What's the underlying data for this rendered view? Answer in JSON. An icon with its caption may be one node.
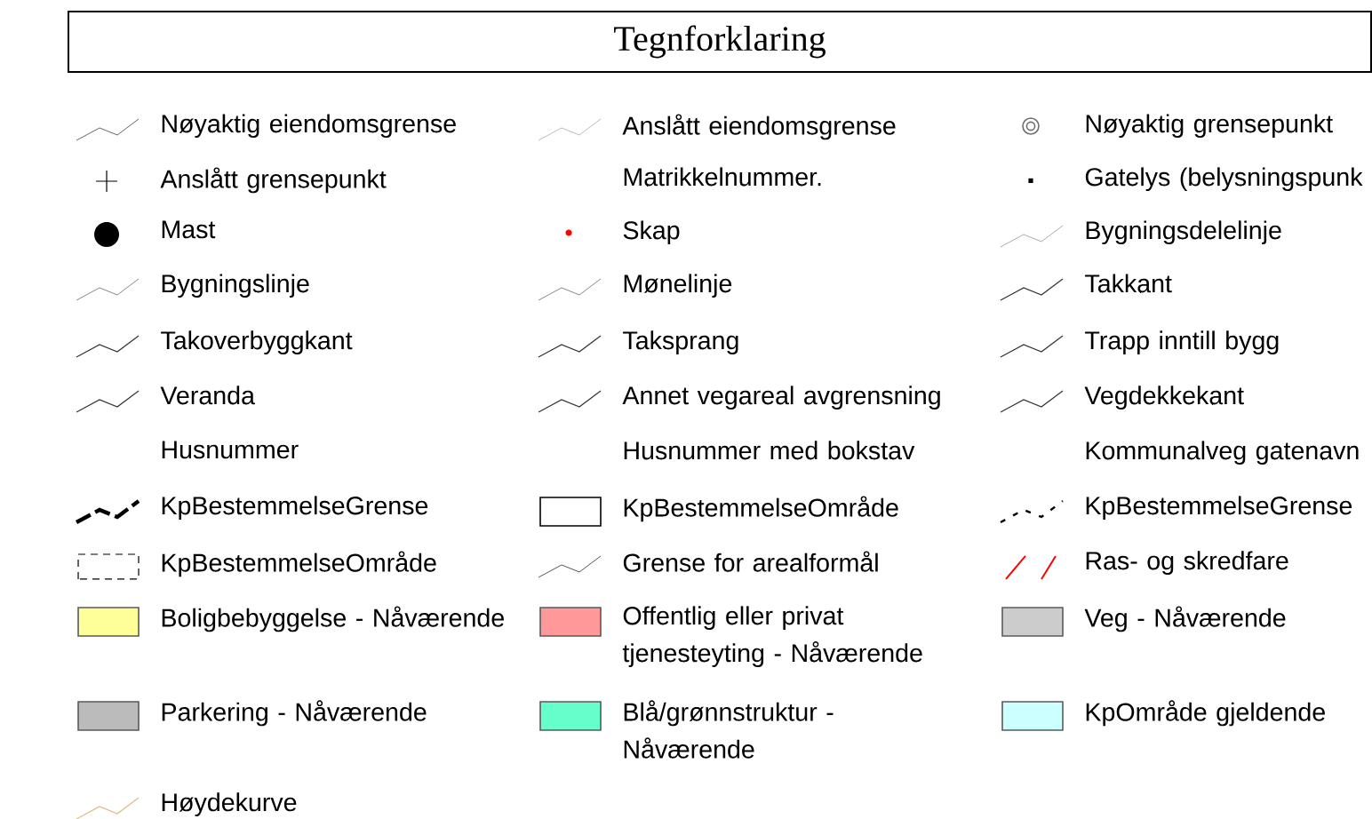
{
  "diagram": {
    "title": "Tegnforklaring",
    "legend": [
      {
        "text": "Nøyaktig eiendomsgrense"
      },
      {
        "text": "Anslått eiendomsgrense"
      },
      {
        "text": "Nøyaktig grensepunkt"
      },
      {
        "text": "Anslått grensepunkt"
      },
      {
        "text": "Matrikkelnummer."
      },
      {
        "text": "Gatelys (belysningspunk"
      },
      {
        "text": "Mast"
      },
      {
        "text": "Skap"
      },
      {
        "text": "Bygningsdelelinje"
      },
      {
        "text": "Bygningslinje"
      },
      {
        "text": "Mønelinje"
      },
      {
        "text": "Takkant"
      },
      {
        "text": "Takoverbyggkant"
      },
      {
        "text": "Taksprang"
      },
      {
        "text": "Trapp inntill bygg"
      },
      {
        "text": "Veranda"
      },
      {
        "text": "Annet vegareal avgrensning"
      },
      {
        "text": "Vegdekkekant"
      },
      {
        "text": "Husnummer"
      },
      {
        "text": "Husnummer med bokstav"
      },
      {
        "text": "Kommunalveg gatenavn"
      },
      {
        "text": "KpBestemmelseGrense"
      },
      {
        "text": "KpBestemmelseOmråde"
      },
      {
        "text": "KpBestemmelseGrense"
      },
      {
        "text": "KpBestemmelseOmråde"
      },
      {
        "text": "Grense for arealformål"
      },
      {
        "text": "Ras- og skredfare"
      },
      {
        "text": "Boligbebyggelse - Nåværende",
        "color": "#ffff99"
      },
      {
        "text": "Offentlig eller privat tjenesteyting - Nåværende",
        "color": "#ff9999"
      },
      {
        "text": "Veg - Nåværende",
        "color": "#cccccc"
      },
      {
        "text": "Parkering - Nåværende",
        "color": "#bbbbbb"
      },
      {
        "text": "Blå/grønnstruktur - Nåværende",
        "color": "#66ffcc"
      },
      {
        "text": "KpOmråde gjeldende",
        "color": "#ccffff"
      },
      {
        "text": "Høydekurve"
      }
    ]
  }
}
